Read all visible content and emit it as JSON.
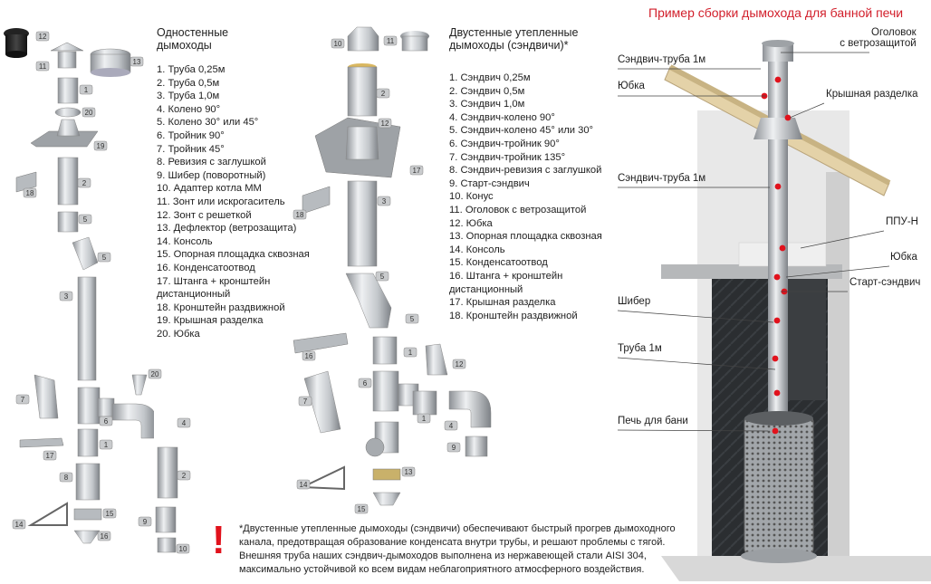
{
  "single": {
    "title_line1": "Одностенные",
    "title_line2": "дымоходы",
    "items": [
      "1. Труба 0,25м",
      "2. Труба 0,5м",
      "3. Труба 1,0м",
      "4. Колено 90°",
      "5. Колено 30° или 45°",
      "6. Тройник 90°",
      "7. Тройник 45°",
      "8. Ревизия с заглушкой",
      "9. Шибер (поворотный)",
      "10. Адаптер котла ММ",
      "11. Зонт или искрогаситель",
      "12. Зонт с решеткой",
      "13. Дефлектор (ветрозащита)",
      "14. Консоль",
      "15. Опорная площадка сквозная",
      "16. Конденсатоотвод",
      "17. Штанга + кронштейн",
      "дистанционный",
      "18. Кронштейн раздвижной",
      "19. Крышная разделка",
      "20. Юбка"
    ],
    "tags": [
      "12",
      "11",
      "13",
      "1",
      "20",
      "19",
      "18",
      "2",
      "5",
      "5",
      "3",
      "20",
      "7",
      "6",
      "4",
      "1",
      "17",
      "8",
      "2",
      "15",
      "9",
      "14",
      "16",
      "10"
    ]
  },
  "double": {
    "title_line1": "Двустенные утепленные",
    "title_line2": "дымоходы (сэндвичи)*",
    "items": [
      "1. Сэндвич 0,25м",
      "2. Сэндвич 0,5м",
      "3. Сэндвич 1,0м",
      "4. Сэндвич-колено 90°",
      "5. Сэндвич-колено 45° или 30°",
      "6. Сэндвич-тройник 90°",
      "7. Сэндвич-тройник 135°",
      "8. Сэндвич-ревизия с заглушкой",
      "9. Старт-сэндвич",
      "10. Конус",
      "11. Оголовок с ветрозащитой",
      "12. Юбка",
      "13. Опорная площадка сквозная",
      "14. Консоль",
      "15. Конденсатоотвод",
      "16. Штанга + кронштейн",
      "дистанционный",
      "17. Крышная разделка",
      "18. Кронштейн раздвижной"
    ],
    "tags": [
      "10",
      "11",
      "2",
      "12",
      "17",
      "18",
      "3",
      "5",
      "5",
      "16",
      "1",
      "12",
      "7",
      "6",
      "1",
      "4",
      "9",
      "13",
      "14",
      "15"
    ]
  },
  "assembly": {
    "title": "Пример сборки дымохода для банной печи",
    "labels": {
      "cap_line1": "Оголовок",
      "cap_line2": "с ветрозащитой",
      "sandwich_top": "Сэндвич-труба 1м",
      "skirt_top": "Юбка",
      "roof_cut": "Крышная разделка",
      "sandwich_mid": "Сэндвич-труба 1м",
      "ppu": "ППУ-Н",
      "skirt_low": "Юбка",
      "start_sandwich": "Старт-сэндвич",
      "damper": "Шибер",
      "pipe": "Труба 1м",
      "stove": "Печь для бани"
    }
  },
  "note": {
    "line1": "*Двустенные утепленные дымоходы (сэндвичи) обеспечивают быстрый прогрев дымоходного",
    "line2": "канала, предотвращая образование конденсата внутри трубы, и решают проблемы с тягой.",
    "line3": "Внешняя труба наших сэндвич-дымоходов выполнена из нержавеющей стали AISI 304,",
    "line4": "максимально устойчивой ко всем видам неблагоприятного атмосферного воздействия.",
    "mark": "!"
  },
  "colors": {
    "accent_red": "#d21f2b",
    "marker_red": "#e1121c",
    "steel": "#bfc3c7",
    "brick": "#2a2c2f"
  }
}
